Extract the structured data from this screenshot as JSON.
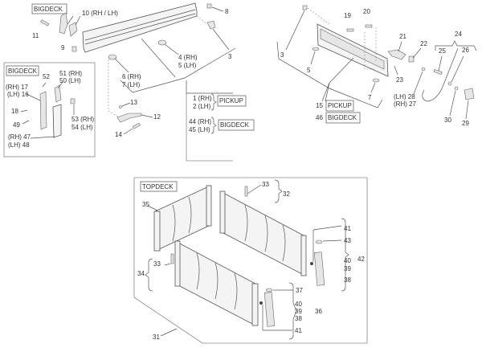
{
  "title": "Tailgate and Topdeck exploded parts diagram",
  "tags": {
    "bigdeck": "BIGDECK",
    "pickup": "PICKUP",
    "topdeck": "TOPDECK"
  },
  "tailgate_left": {
    "labels": [
      "10 (RH / LH)",
      "11",
      "9",
      "8",
      "3",
      "4 (RH)",
      "5 (LH)",
      "6 (RH)",
      "7 (LH)",
      "13",
      "12",
      "14",
      "1 (RH)",
      "2 (LH)",
      "44 (RH)",
      "45 (LH)"
    ]
  },
  "bigdeck_inset": {
    "labels": [
      "52",
      "51 (RH)",
      "50 (LH)",
      "(RH) 17",
      "(LH) 16",
      "18",
      "49",
      "53 (RH)",
      "54 (LH)",
      "(RH) 47",
      "(LH) 48"
    ]
  },
  "tailgate_right": {
    "labels": [
      "3",
      "5",
      "19",
      "20",
      "21",
      "22",
      "23",
      "24",
      "25",
      "26",
      "(LH) 28",
      "(RH) 27",
      "30",
      "29",
      "7",
      "15",
      "46"
    ]
  },
  "topdeck": {
    "labels": [
      "35",
      "33",
      "32",
      "41",
      "43",
      "42",
      "40",
      "39",
      "38",
      "33",
      "34",
      "37",
      "40",
      "39",
      "36",
      "38",
      "41",
      "31"
    ]
  }
}
